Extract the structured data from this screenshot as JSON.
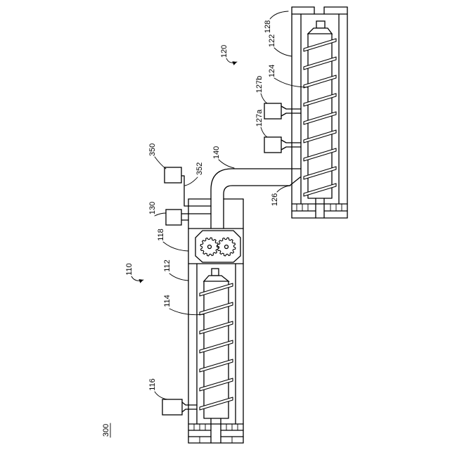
{
  "figure_label": "300",
  "callouts": {
    "c110": "110",
    "c112": "112",
    "c114": "114",
    "c116": "116",
    "c118": "118",
    "c130": "130",
    "c350": "350",
    "c352": "352",
    "c140": "140",
    "c126": "126",
    "c120": "120",
    "c122": "122",
    "c124": "124",
    "c127a": "127a",
    "c127b": "127b",
    "c128": "128"
  },
  "colors": {
    "ink": "#000000",
    "paper": "#ffffff"
  }
}
